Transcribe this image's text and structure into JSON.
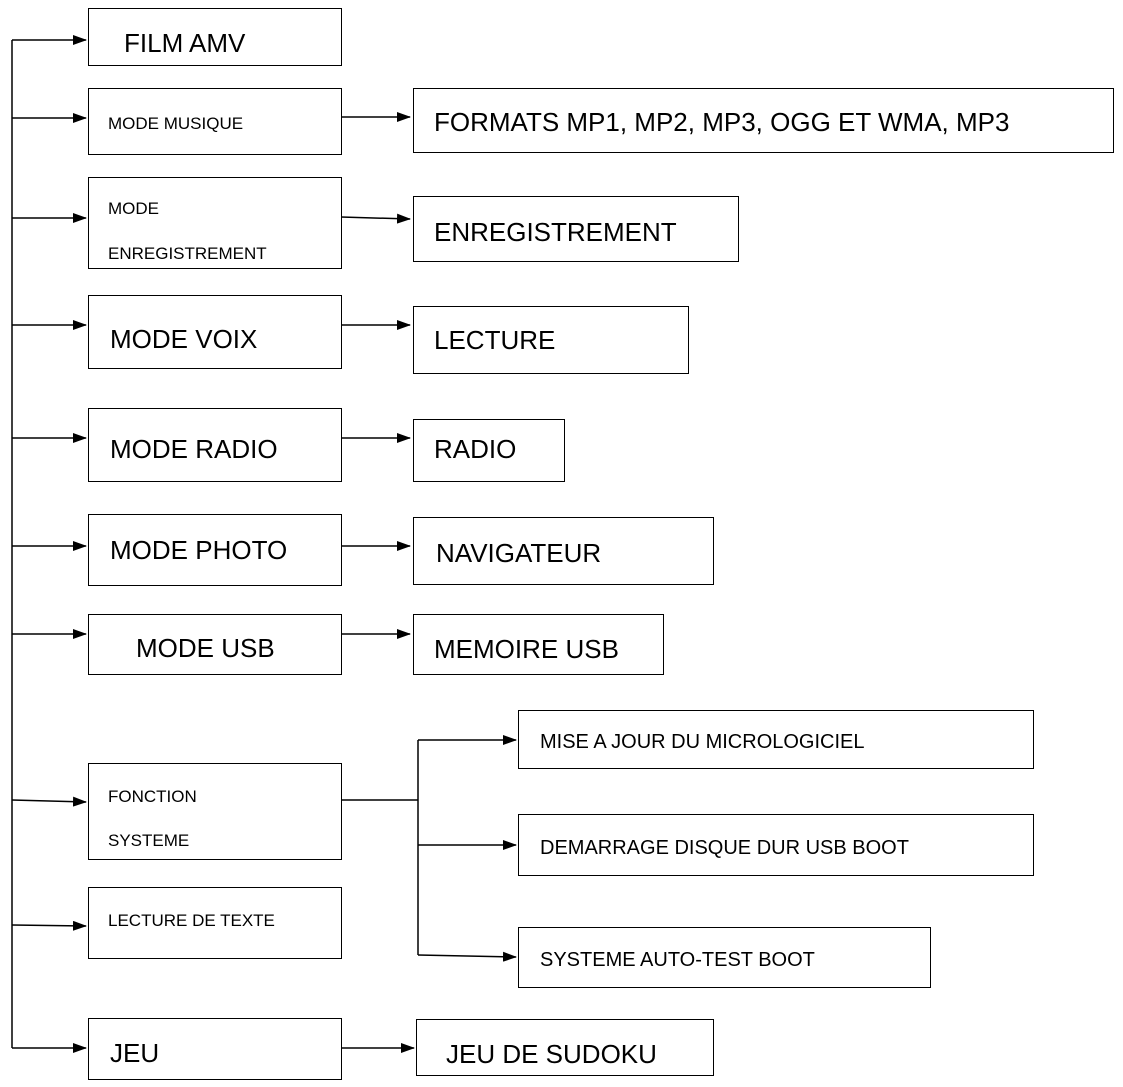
{
  "diagram": {
    "modes": {
      "film": "FILM AMV",
      "music": "MODE MUSIQUE",
      "recording_line1": "MODE",
      "recording_line2": "ENREGISTREMENT",
      "voice": "MODE VOIX",
      "radio": "MODE RADIO",
      "photo": "MODE PHOTO",
      "usb": "MODE USB",
      "system_line1": "FONCTION",
      "system_line2": "SYSTEME",
      "text_reading": "LECTURE DE TEXTE",
      "game": "JEU"
    },
    "functions": {
      "music_formats": "FORMATS MP1, MP2, MP3, OGG ET WMA, MP3",
      "recording": "ENREGISTREMENT",
      "voice_playback": "LECTURE",
      "radio": "RADIO",
      "photo_browser": "NAVIGATEUR",
      "usb_memory": "MEMOIRE USB",
      "firmware_update": "MISE A JOUR DU MICROLOGICIEL",
      "usb_boot": "DEMARRAGE DISQUE DUR USB BOOT",
      "self_test": "SYSTEME AUTO-TEST BOOT",
      "sudoku": "JEU DE SUDOKU"
    }
  }
}
